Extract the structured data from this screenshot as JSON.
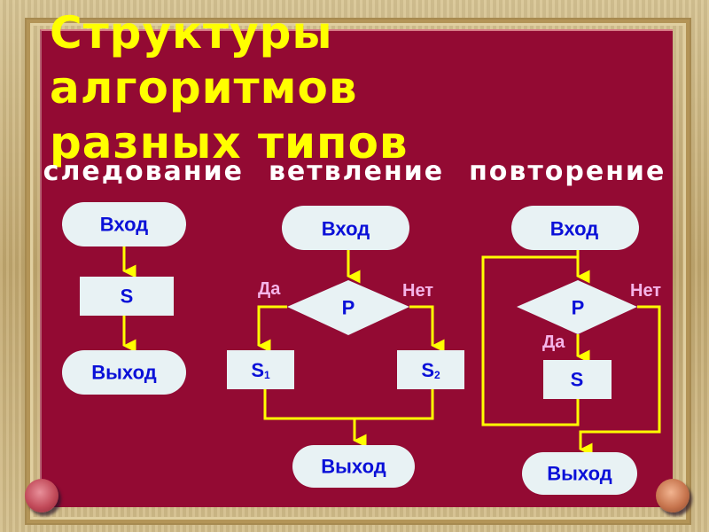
{
  "slide": {
    "title_lines": [
      "Структуры",
      "алгоритмов",
      "разных типов"
    ],
    "categories": [
      "следование",
      "ветвление",
      "повторение"
    ],
    "colors": {
      "board": "#930a33",
      "title": "#ffff00",
      "category_text": "#ffffff",
      "node_fill": "#e8f2f4",
      "node_text": "#0a10d8",
      "connector": "#ffff00",
      "branch_label": "#f4b4e8"
    }
  },
  "diagrams": {
    "sequence": {
      "name": "следование",
      "entry": "Вход",
      "process": "S",
      "exit": "Выход"
    },
    "branching": {
      "name": "ветвление",
      "entry": "Вход",
      "condition": "P",
      "yes_label": "Да",
      "no_label": "Нет",
      "process_yes": "S",
      "process_yes_sub": "1",
      "process_no": "S",
      "process_no_sub": "2",
      "exit": "Выход"
    },
    "loop": {
      "name": "повторение",
      "entry": "Вход",
      "condition": "P",
      "yes_label": "Да",
      "no_label": "Нет",
      "process": "S",
      "exit": "Выход"
    }
  }
}
